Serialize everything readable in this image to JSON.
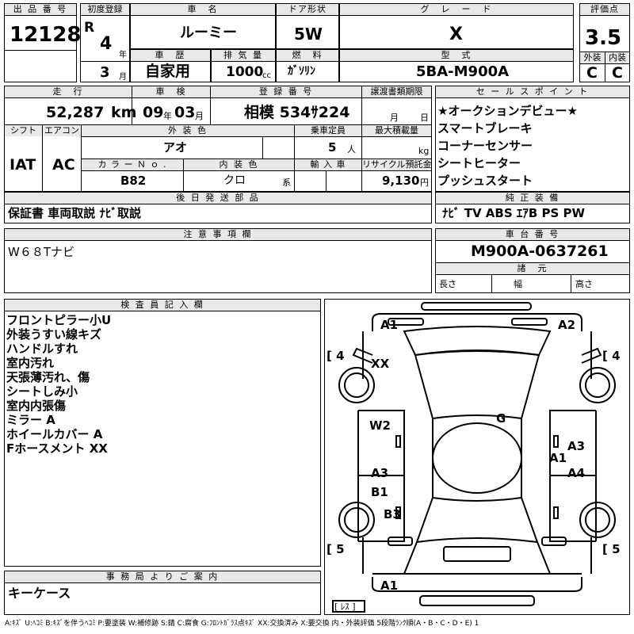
{
  "row1": {
    "lot_label": "出 品 番 号",
    "lot_value": "12128",
    "first_reg_label": "初度登録",
    "era": "R",
    "year": "4",
    "year_unit": "年",
    "month": "3",
    "month_unit": "月",
    "car_name_label": "車　名",
    "car_name": "ルーミー",
    "door_label": "ドア形状",
    "door": "5W",
    "grade_label": "グ　レ　ー　ド",
    "grade": "X",
    "score_label": "評価点",
    "score": "3.5",
    "ext_label": "外装",
    "ext": "C",
    "int_label": "内装",
    "int": "C"
  },
  "row2": {
    "history_label": "車　歴",
    "history": "自家用",
    "displacement_label": "排 気 量",
    "displacement": "1000",
    "displacement_unit": "cc",
    "fuel_label": "燃　料",
    "fuel": "ｶﾞｿﾘﾝ",
    "model_label": "型　式",
    "model": "5BA-M900A"
  },
  "row3": {
    "mileage_label": "走　行",
    "mileage": "52,287",
    "mileage_unit": "km",
    "inspection_label": "車　検",
    "insp_year": "09",
    "insp_year_unit": "年",
    "insp_month": "03",
    "insp_month_unit": "月",
    "reg_label": "登 録 番 号",
    "reg": "相模 534ｻ224",
    "transfer_label": "譲渡書類期限",
    "transfer_month_unit": "月",
    "transfer_day_unit": "日",
    "shift_label": "シフト",
    "shift": "IAT",
    "ac_label": "エアコン",
    "ac": "AC",
    "color_label": "外 装 色",
    "color": "アオ",
    "capacity_label": "乗車定員",
    "capacity": "5",
    "capacity_unit": "人",
    "load_label": "最大積載量",
    "load_unit": "kg",
    "color_no_label": "カ ラ ー Ｎ ｏ .",
    "color_no": "B82",
    "interior_color_label": "内 装 色",
    "interior_color": "クロ",
    "interior_color_unit": "系",
    "import_label": "輸 入 車",
    "recycle_label": "リサイクル預託金",
    "recycle": "9,130",
    "recycle_unit": "円"
  },
  "sales_points": {
    "label": "セ ー ル ス ポ イ ン ト",
    "items": [
      "★オークションデビュー★",
      "スマートブレーキ",
      "コーナーセンサー",
      "シートヒーター",
      "プッシュスタート"
    ]
  },
  "followup": {
    "label": "後 日 発 送 部 品",
    "value": "保証書 車両取説 ﾅﾋﾞ取説"
  },
  "equipment": {
    "label": "純 正 装 備",
    "value": "ﾅﾋﾞ TV ABS ｴｱB PS PW"
  },
  "notes": {
    "label": "注 意 事 項 欄",
    "value": "W６８Tナビ"
  },
  "chassis": {
    "label": "車 台 番 号",
    "value": "M900A-0637261",
    "specs_label": "諸　元",
    "length_label": "長さ",
    "width_label": "幅",
    "height_label": "高さ"
  },
  "inspector": {
    "label": "検 査 員 記 入 欄",
    "lines": [
      "フロントピラー小U",
      "外装うすい線キズ",
      "ハンドルすれ",
      "室内汚れ",
      "天張薄汚れ、傷",
      "シートしみ小",
      "室内内張傷",
      "ミラー A",
      "ホイールカバー A",
      "Fホースメント XX"
    ]
  },
  "office": {
    "label": "事 務 局 よ り ご 案 内",
    "value": "キーケース"
  },
  "diagram": {
    "tire_fl": "[ 4",
    "tire_fr": "[ 4",
    "tire_rl": "[ 5",
    "tire_rr": "[ 5",
    "mk_a1_top": "A1",
    "mk_a2_top": "A2",
    "mk_xx": "XX",
    "mk_g": "G",
    "mk_w2": "W2",
    "mk_a3_left": "A3",
    "mk_b1": "B1",
    "mk_b3": "B3",
    "mk_a3_right": "A3",
    "mk_a1_right": "A1",
    "mk_a4": "A4",
    "mk_a1_bottom": "A1",
    "lens_label": "[ ﾚｽ ]"
  },
  "legend": "A:ｷｽﾞ U:ﾍｺﾐ B:ｷｽﾞを伴うﾍｺﾐ P:要塗装 W:補修跡 S:錆 C:腐食 G:ﾌﾛﾝﾄｶﾞﾗｽ点ｷｽﾞ XX:交換済み X:要交換 内・外装評価 5段階ﾗﾝｸ順(A・B・C・D・E) 1"
}
